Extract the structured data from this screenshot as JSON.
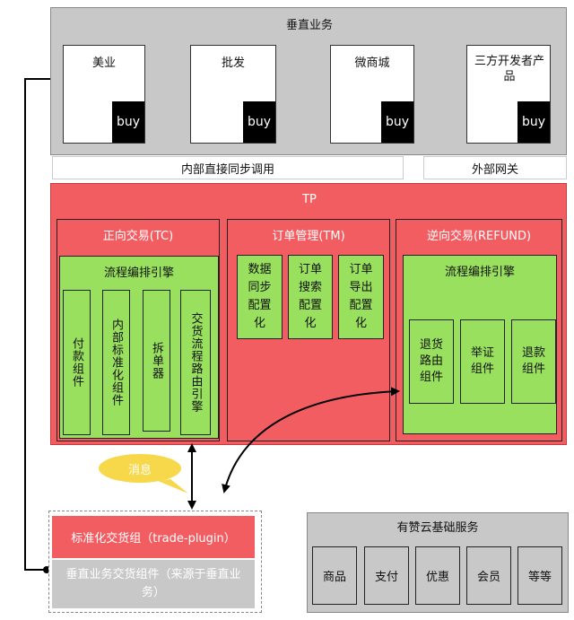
{
  "vertical": {
    "title": "垂直业务",
    "items": [
      "美业",
      "批发",
      "微商城",
      "三方开发者产品"
    ],
    "buy": "buy"
  },
  "bars": {
    "internal": "内部直接同步调用",
    "external": "外部网关"
  },
  "tp": {
    "title": "TP",
    "tc": {
      "title": "正向交易(TC)",
      "engine": "流程编排引擎",
      "items": [
        "付款组件",
        "内部标准化组件",
        "拆单器",
        "交货流程路由引擎"
      ]
    },
    "tm": {
      "title": "订单管理(TM)",
      "items": [
        "数据同步配置化",
        "订单搜索配置化",
        "订单导出配置化"
      ]
    },
    "refund": {
      "title": "逆向交易(REFUND)",
      "engine": "流程编排引擎",
      "items": [
        "退货路由组件",
        "举证组件",
        "退款组件"
      ]
    }
  },
  "message": "消息",
  "plugin": {
    "standard": "标准化交货组（trade-plugin）",
    "vertical": "垂直业务交货组件（来源于垂直业务）"
  },
  "base": {
    "title": "有赞云基础服务",
    "items": [
      "商品",
      "支付",
      "优惠",
      "会员",
      "等等"
    ]
  },
  "colors": {
    "red": "#f25d62",
    "green": "#99e05f",
    "gray": "#c8c8c8",
    "message": "#f7d84a"
  }
}
